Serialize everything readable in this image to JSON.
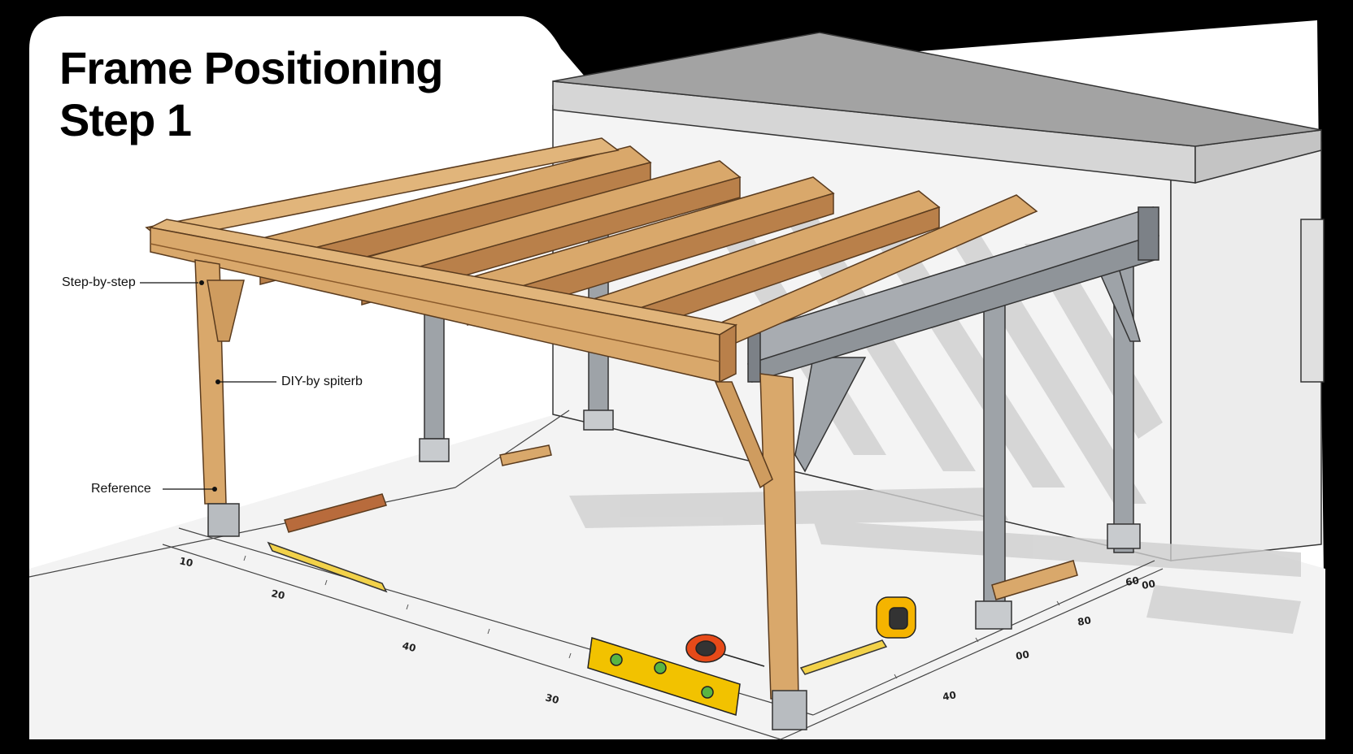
{
  "title": {
    "line1": "Frame Positioning",
    "line2": "Step 1"
  },
  "callouts": {
    "step_by_step": "Step-by-step",
    "diy": "DIY-by spiterb",
    "reference": "Reference"
  },
  "scale_marks": {
    "left_top": "10",
    "left_mid": "20",
    "left_lower": "40",
    "front_a": "30",
    "front_b": "40",
    "right_a": "00",
    "right_b": "80",
    "right_c": "60",
    "right_d": "00"
  },
  "colors": {
    "wood": "#d9a86b",
    "wood_dark": "#b9804a",
    "steel": "#9ea3a8",
    "steel_dark": "#7c8187",
    "wall": "#f2f2f2",
    "roof": "#9e9e9e",
    "level": "#f2c200",
    "tape": "#f5b400"
  }
}
